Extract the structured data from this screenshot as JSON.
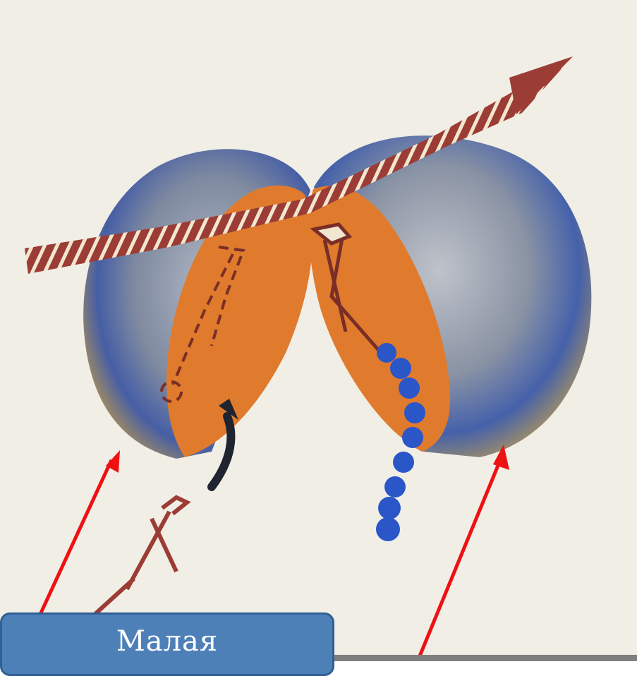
{
  "label": {
    "text": "Малая"
  },
  "colors": {
    "background": "#f1eee6",
    "subunit_shell_outer": "#b89a55",
    "subunit_shell_inner": "#8d96a7",
    "subunit_shell_shadow": "#3f5aa8",
    "cut_face": "#e07a2d",
    "mrna_strand": "#9b3c35",
    "trna": "#9b3c35",
    "peptide_chain": "#2a56c8",
    "pointer_arrow": "#ee1111",
    "entry_arrow": "#1f2430",
    "label_box": "#4e80b8"
  },
  "icons": [
    "ribosome-illustration",
    "mrna-strand",
    "trna-icon",
    "peptide-chain",
    "pointer-arrow"
  ]
}
